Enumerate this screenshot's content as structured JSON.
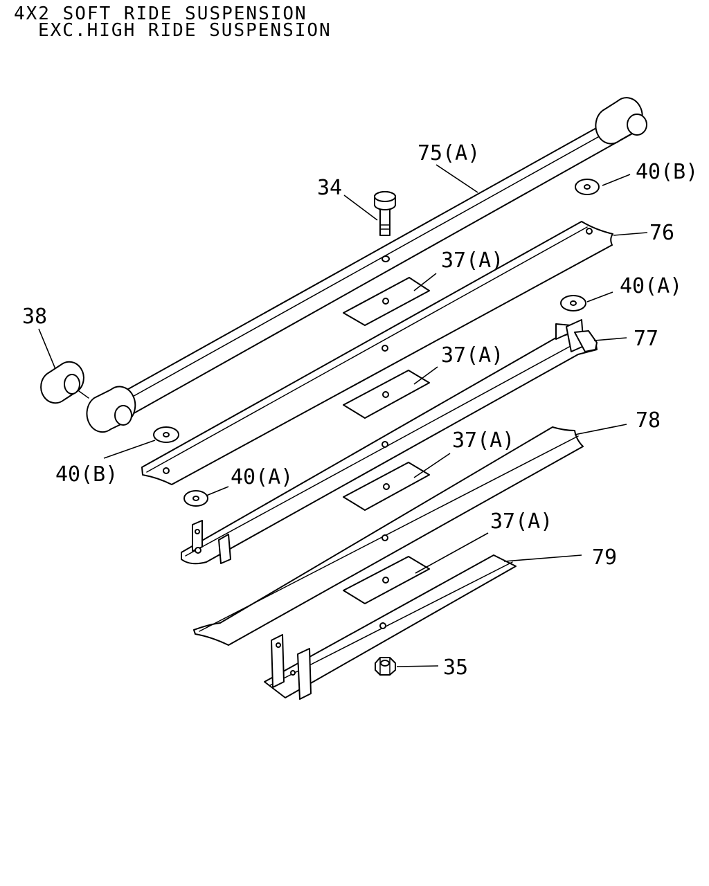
{
  "title": {
    "line1": "4X2 SOFT RIDE SUSPENSION",
    "line2": "EXC.HIGH RIDE SUSPENSION"
  },
  "callouts": {
    "c75": "75(A)",
    "c34": "34",
    "c40b_top": "40(B)",
    "c76": "76",
    "c37_1": "37(A)",
    "c40a_top": "40(A)",
    "c38": "38",
    "c77": "77",
    "c37_2": "37(A)",
    "c78": "78",
    "c37_3": "37(A)",
    "c40b_left": "40(B)",
    "c40a_left": "40(A)",
    "c37_4": "37(A)",
    "c79": "79",
    "c35": "35"
  }
}
